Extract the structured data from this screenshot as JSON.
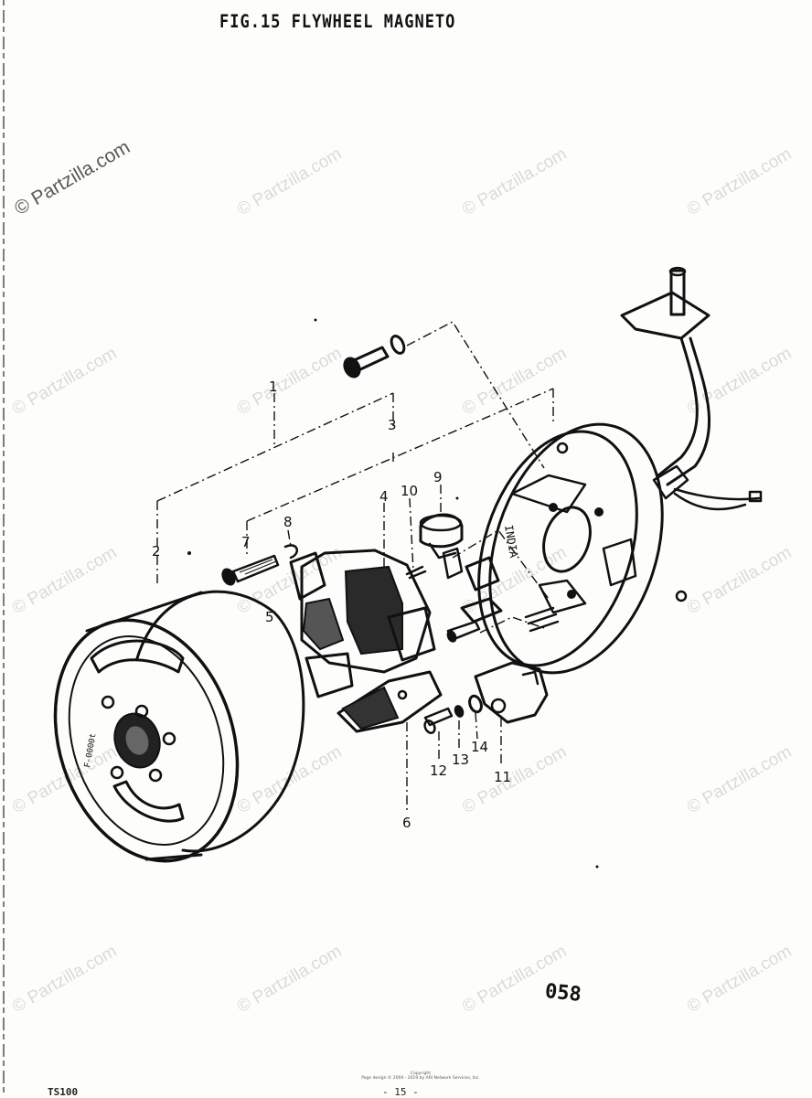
{
  "title": "FIG.15  FLYWHEEL MAGNETO",
  "page_code": "058",
  "footer": {
    "model_code": "TS100",
    "page_number": "- 15 -",
    "copyright_line1": "Copyright",
    "copyright_line2": "Page design © 2004 - 2019 by ARI Network Services, Inc."
  },
  "watermark": "© Partzilla.com",
  "callouts": {
    "c1": "1",
    "c2": "2",
    "c3": "3",
    "c4": "4",
    "c5": "5",
    "c6": "6",
    "c7": "7",
    "c8": "8",
    "c9": "9",
    "c10": "10",
    "c11": "11",
    "c12": "12",
    "c13": "13",
    "c14": "14"
  },
  "rotor_stamp": "F-0000t",
  "stator_stamp": "INDIA"
}
